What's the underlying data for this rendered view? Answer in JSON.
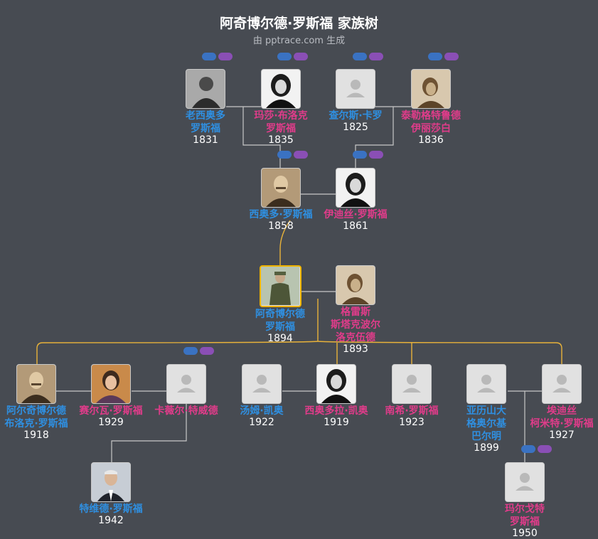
{
  "header": {
    "title": "阿奇博尔德·罗斯福 家族树",
    "subtitle": "由 pptrace.com 生成"
  },
  "people": [
    {
      "id": "p1",
      "name_lines": [
        "老西奥多",
        "罗斯福"
      ],
      "year": "1831",
      "gender": "m",
      "photo": "photo-bw-man"
    },
    {
      "id": "p2",
      "name_lines": [
        "玛莎·布洛克",
        "罗斯福"
      ],
      "year": "1835",
      "gender": "f",
      "photo": "photo-bw-woman"
    },
    {
      "id": "p3",
      "name_lines": [
        "查尔斯·卡罗"
      ],
      "year": "1825",
      "gender": "m",
      "photo": "placeholder"
    },
    {
      "id": "p4",
      "name_lines": [
        "泰勒格特鲁德",
        "伊丽莎白"
      ],
      "year": "1836",
      "gender": "f",
      "photo": "photo-sepia-woman"
    },
    {
      "id": "p5",
      "name_lines": [
        "西奥多·罗斯福"
      ],
      "year": "1858",
      "gender": "m",
      "photo": "photo-sepia-man"
    },
    {
      "id": "p6",
      "name_lines": [
        "伊迪丝·罗斯福"
      ],
      "year": "1861",
      "gender": "f",
      "photo": "photo-bw-woman"
    },
    {
      "id": "p7",
      "name_lines": [
        "阿奇博尔德",
        "罗斯福"
      ],
      "year": "1894",
      "gender": "m",
      "photo": "photo-soldier",
      "focus": true
    },
    {
      "id": "p8",
      "name_lines": [
        "格雷斯",
        "斯塔克波尔",
        "洛克伍德"
      ],
      "year": "1893",
      "gender": "f",
      "photo": "photo-sepia-woman"
    },
    {
      "id": "p9",
      "name_lines": [
        "阿尔奇博尔德",
        "布洛克·罗斯福"
      ],
      "year": "1918",
      "gender": "m",
      "photo": "photo-sepia-man"
    },
    {
      "id": "p10",
      "name_lines": [
        "赛尔瓦·罗斯福"
      ],
      "year": "1929",
      "gender": "f",
      "photo": "photo-color-woman"
    },
    {
      "id": "p11",
      "name_lines": [
        "卡薇尔·特威德"
      ],
      "year": "",
      "gender": "f",
      "photo": "placeholder"
    },
    {
      "id": "p12",
      "name_lines": [
        "汤姆·凯奥"
      ],
      "year": "1922",
      "gender": "m",
      "photo": "placeholder"
    },
    {
      "id": "p13",
      "name_lines": [
        "西奥多拉·凯奥"
      ],
      "year": "1919",
      "gender": "f",
      "photo": "photo-bw-woman"
    },
    {
      "id": "p14",
      "name_lines": [
        "南希·罗斯福"
      ],
      "year": "1923",
      "gender": "f",
      "photo": "placeholder"
    },
    {
      "id": "p15",
      "name_lines": [
        "亚历山大",
        "格奥尔基",
        "巴尔明"
      ],
      "year": "1899",
      "gender": "m",
      "photo": "placeholder"
    },
    {
      "id": "p16",
      "name_lines": [
        "埃迪丝",
        "柯米特·罗斯福"
      ],
      "year": "1927",
      "gender": "f",
      "photo": "placeholder"
    },
    {
      "id": "p17",
      "name_lines": [
        "特维德·罗斯福"
      ],
      "year": "1942",
      "gender": "m",
      "photo": "photo-color-man"
    },
    {
      "id": "p18",
      "name_lines": [
        "玛尔戈特",
        "罗斯福"
      ],
      "year": "1950",
      "gender": "f",
      "photo": "placeholder"
    }
  ],
  "colors": {
    "background": "#474b52",
    "male": "#2f8fe0",
    "female": "#e03c8a",
    "line": "#c8c8c8",
    "ancestor_line": "#e8b23a",
    "badge_blue": "#3a72c2",
    "badge_purple": "#8a4fb5"
  }
}
